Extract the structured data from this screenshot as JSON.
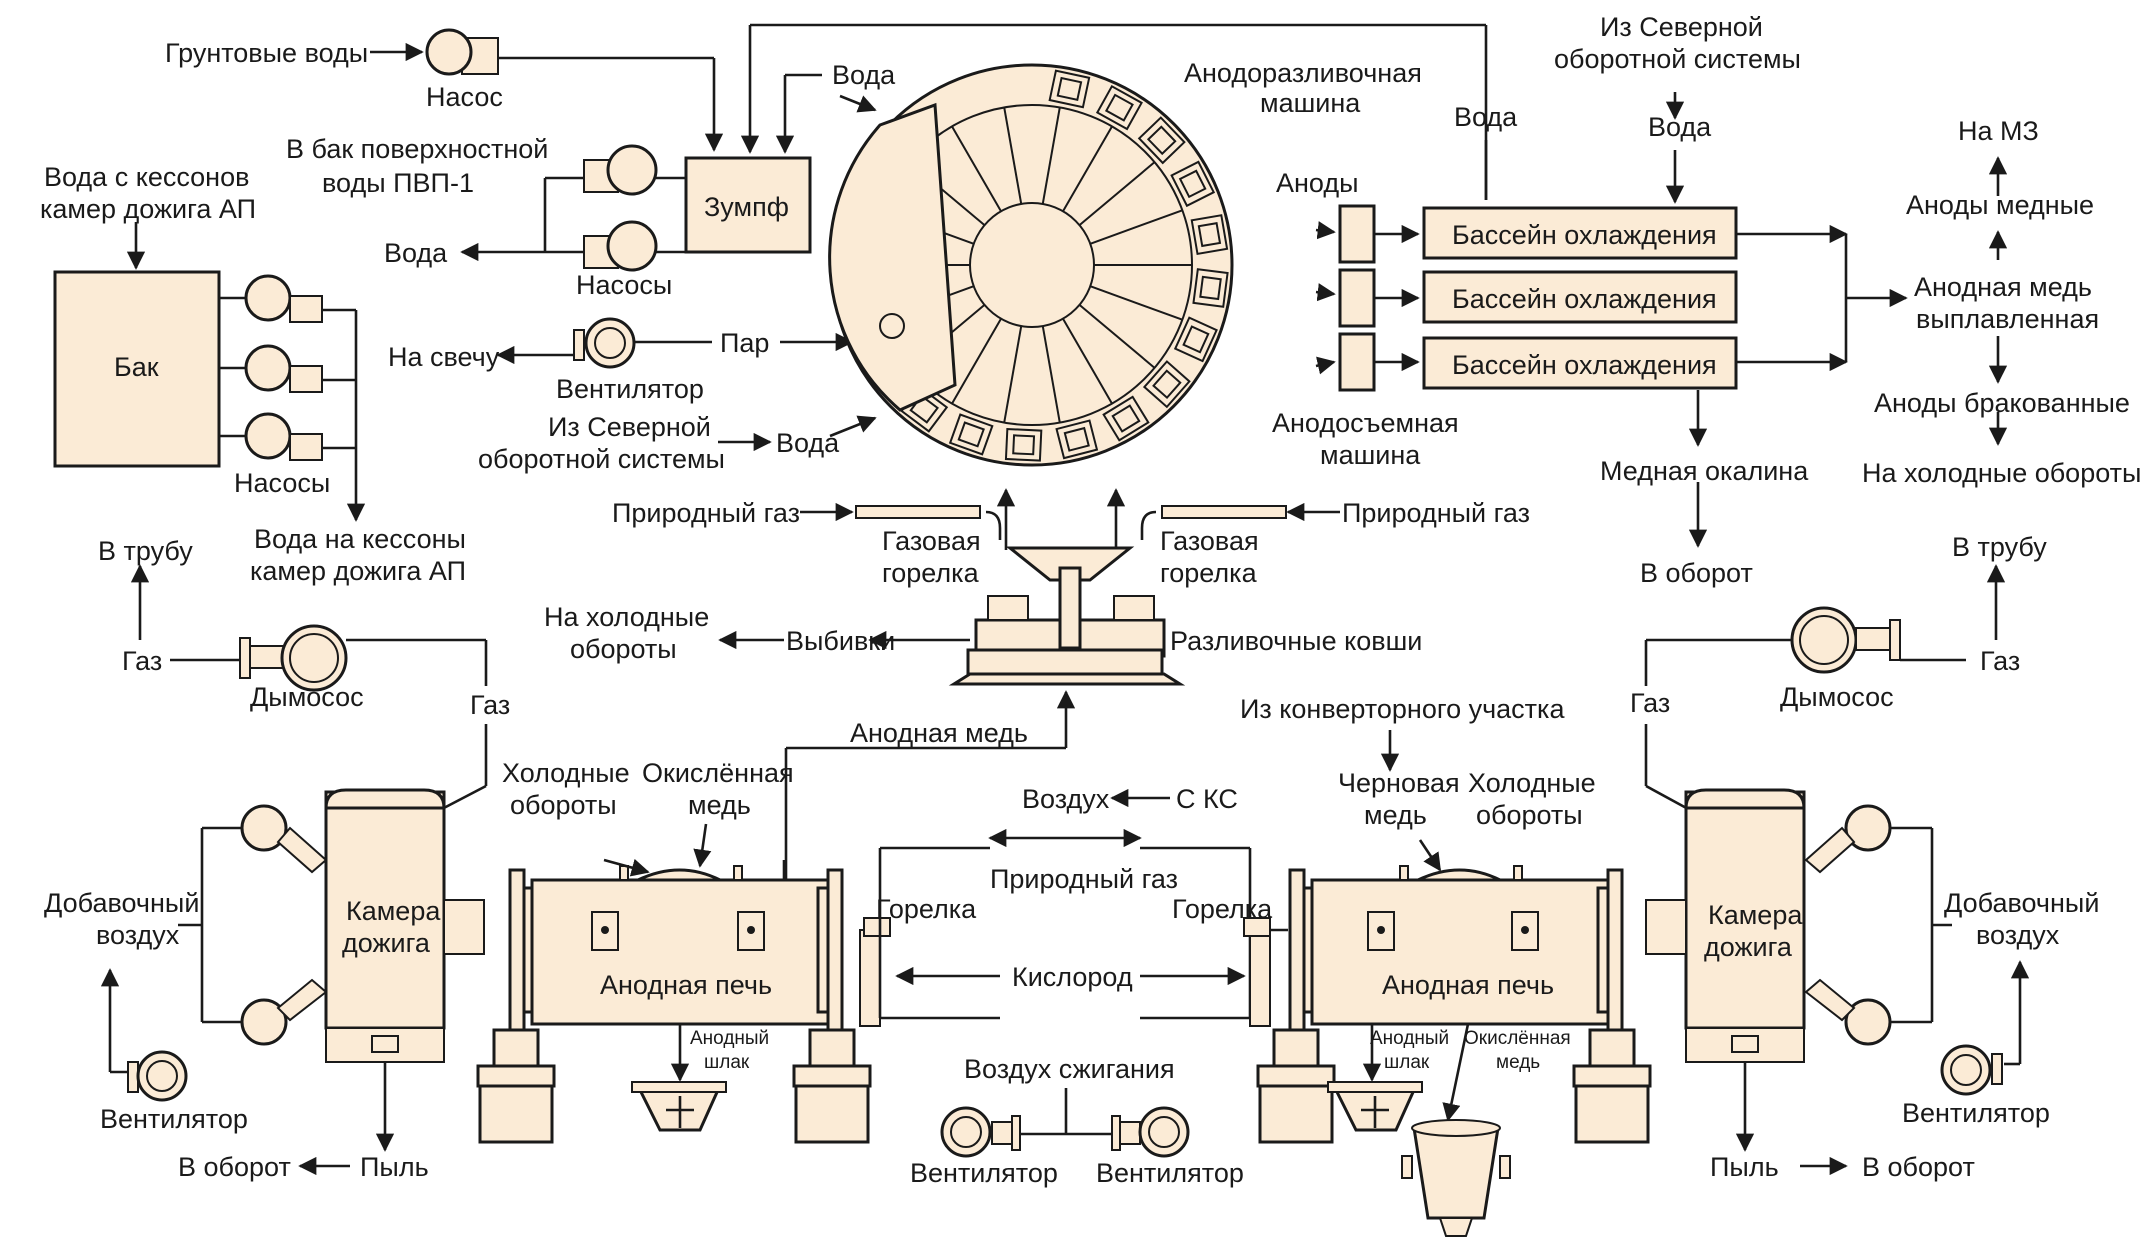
{
  "labels": {
    "ground_water": "Грунтовые воды",
    "pump": "Насос",
    "to_tank_line1": "В бак поверхностной",
    "to_tank_line2": "воды ПВП-1",
    "water_out_left": "Вода",
    "pumps_top": "Насосы",
    "sump": "Зумпф",
    "water_top_in": "Вода",
    "caisson_in_line1": "Вода с кессонов",
    "caisson_in_line2": "камер дожига АП",
    "tank": "Бак",
    "pumps_tank": "Насосы",
    "caisson_out_line1": "Вода на кессоны",
    "caisson_out_line2": "камер дожига АП",
    "to_candle": "На свечу",
    "fan_steam": "Вентилятор",
    "steam": "Пар",
    "north_circ_line1": "Из Северной",
    "north_circ_line2": "оборотной системы",
    "water_wheel": "Вода",
    "casting_machine_line1": "Анодоразливочная",
    "casting_machine_line2": "машина",
    "anodes": "Аноды",
    "removal_machine_line1": "Анодосъемная",
    "removal_machine_line2": "машина",
    "water_up": "Вода",
    "north_circ_r_line1": "Из Северной",
    "north_circ_r_line2": "оборотной системы",
    "water_r": "Вода",
    "cooling_pool_1": "Бассейн охлаждения",
    "cooling_pool_2": "Бассейн охлаждения",
    "cooling_pool_3": "Бассейн охлаждения",
    "to_mz": "На МЗ",
    "anodes_copper": "Аноды медные",
    "anode_copper_melted_line1": "Анодная медь",
    "anode_copper_melted_line2": "выплавленная",
    "anodes_rejected": "Аноды бракованные",
    "to_cold_returns_r": "На холодные обороты",
    "copper_scale": "Медная окалина",
    "to_return_scale": "В оборот",
    "natural_gas_l": "Природный газ",
    "natural_gas_r": "Природный газ",
    "gas_burner_l_line1": "Газовая",
    "gas_burner_l_line2": "горелка",
    "gas_burner_r_line1": "Газовая",
    "gas_burner_r_line2": "горелка",
    "to_cold_returns_l_line1": "На холодные",
    "to_cold_returns_l_line2": "обороты",
    "knockouts": "Выбивки",
    "ladles": "Разливочные ковши",
    "to_pipe_l": "В трубу",
    "gas_l": "Газ",
    "exhauster_l": "Дымосос",
    "gas_up_l": "Газ",
    "to_pipe_r": "В трубу",
    "gas_r": "Газ",
    "exhauster_r": "Дымосос",
    "gas_up_r": "Газ",
    "anode_copper": "Анодная медь",
    "from_converter": "Из конверторного участка",
    "cold_returns_l_line1": "Холодные",
    "cold_returns_l_line2": "обороты",
    "oxidized_copper_l_line1": "Окислённая",
    "oxidized_copper_l_line2": "медь",
    "blister_copper_line1": "Черновая",
    "blister_copper_line2": "медь",
    "cold_returns_r_line1": "Холодные",
    "cold_returns_r_line2": "обороты",
    "air": "Воздух",
    "from_ks": "С КС",
    "natural_gas_c": "Природный газ",
    "burner_l": "Горелка",
    "burner_r": "Горелка",
    "oxygen": "Кислород",
    "add_air_l_line1": "Добавочный",
    "add_air_l_line2": "воздух",
    "add_air_r_line1": "Добавочный",
    "add_air_r_line2": "воздух",
    "afterburn_l_line1": "Камера",
    "afterburn_l_line2": "дожига",
    "afterburn_r_line1": "Камера",
    "afterburn_r_line2": "дожига",
    "anode_furnace_l": "Анодная печь",
    "anode_furnace_r": "Анодная печь",
    "anode_slag_l_line1": "Анодный",
    "anode_slag_l_line2": "шлак",
    "anode_slag_r_line1": "Анодный",
    "anode_slag_r_line2": "шлак",
    "oxidized_copper_r_line1": "Окислённая",
    "oxidized_copper_r_line2": "медь",
    "combustion_air": "Воздух сжигания",
    "fan_c1": "Вентилятор",
    "fan_c2": "Вентилятор",
    "fan_l": "Вентилятор",
    "fan_r": "Вентилятор",
    "dust_l": "Пыль",
    "to_return_l": "В оборот",
    "dust_r": "Пыль",
    "to_return_r": "В оборот"
  }
}
